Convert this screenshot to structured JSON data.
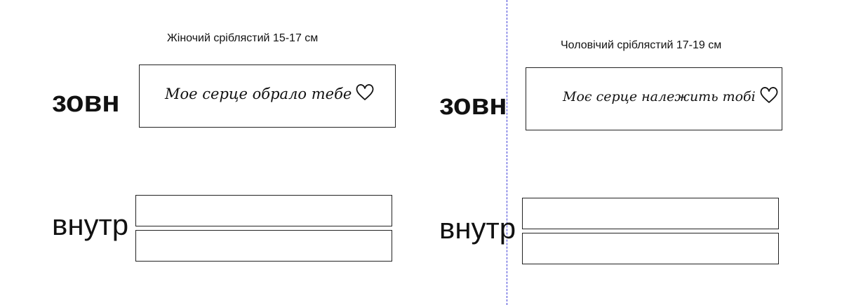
{
  "colors": {
    "ink": "#111111",
    "box_border": "#222222",
    "guide_line": "#3b3bd6",
    "background": "#ffffff"
  },
  "left_panel": {
    "title": "Жіночий сріблястий 15-17 см",
    "outer_label": "зовн",
    "inner_label": "внутр",
    "engraving_text": "Мое серце обрало тебе",
    "engraving_icon": "heart-outline-icon"
  },
  "right_panel": {
    "title": "Чоловічий сріблястий 17-19 см",
    "outer_label": "зовн",
    "inner_label": "внутр",
    "engraving_text": "Моє серце належить тобі",
    "engraving_icon": "heart-outline-icon"
  }
}
